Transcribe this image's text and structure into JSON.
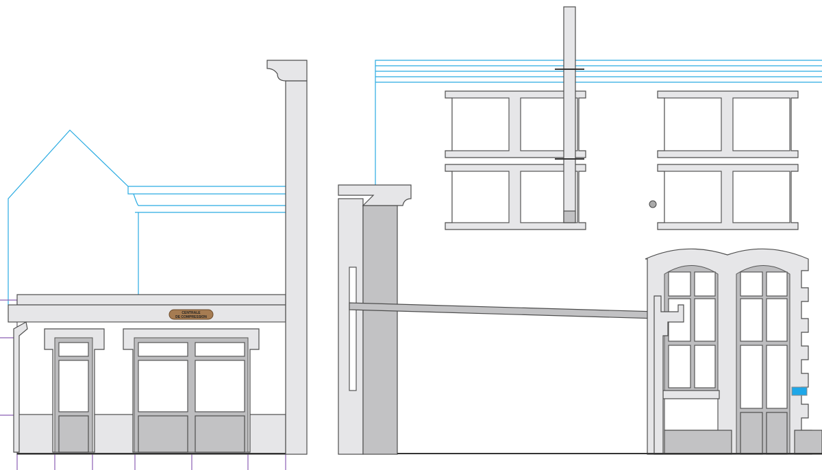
{
  "drawing": {
    "title": "Building facade elevation",
    "sign_line1": "CENTRALE",
    "sign_line2": "DE COMPRESSION",
    "colors": {
      "wall": "#e6e6e8",
      "shade": "#c2c2c4",
      "outline": "#4d4d4d",
      "blue_guides": "#29abe2",
      "purple_guides": "#8b5fb5",
      "sign": "#a67c52",
      "plaque": "#1ea7e8"
    }
  }
}
